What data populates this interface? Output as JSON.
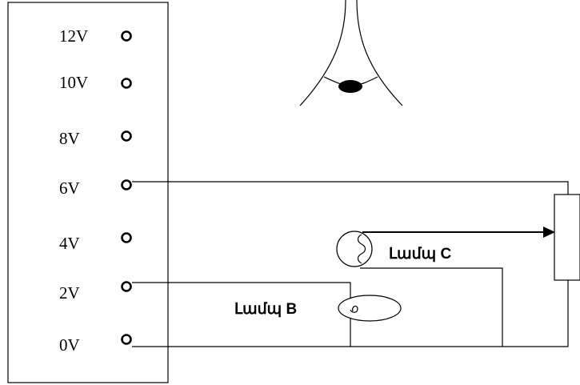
{
  "power_supply": {
    "terminals": [
      {
        "label": "12V"
      },
      {
        "label": "10V"
      },
      {
        "label": "8V"
      },
      {
        "label": "6V"
      },
      {
        "label": "4V"
      },
      {
        "label": "2V"
      },
      {
        "label": "0V"
      }
    ]
  },
  "lamps": {
    "lamp_c_label": "Լամպ C",
    "lamp_b_label": "Լամպ  B"
  }
}
